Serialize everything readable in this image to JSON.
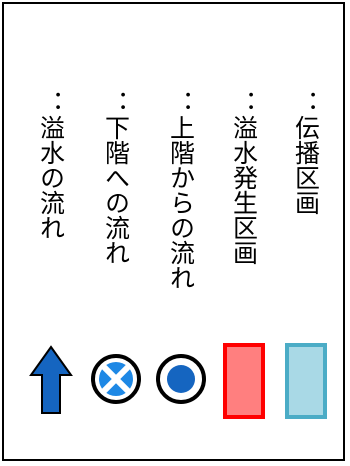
{
  "legend": {
    "items": [
      {
        "label": "：溢水の流れ",
        "icon": "blue-up-arrow",
        "color": "#1565c0"
      },
      {
        "label": "：下階への流れ",
        "icon": "crossed-circle",
        "color": "#1e88e5"
      },
      {
        "label": "：上階からの流れ",
        "icon": "dot-circle",
        "color": "#1565c0"
      },
      {
        "label": "：溢水発生区画",
        "icon": "red-rectangle",
        "color": "#ff7f7f",
        "stroke": "#ff0000"
      },
      {
        "label": "：伝播区画",
        "icon": "lightblue-rectangle",
        "color": "#a9d9e6",
        "stroke": "#4bacc6"
      }
    ]
  }
}
